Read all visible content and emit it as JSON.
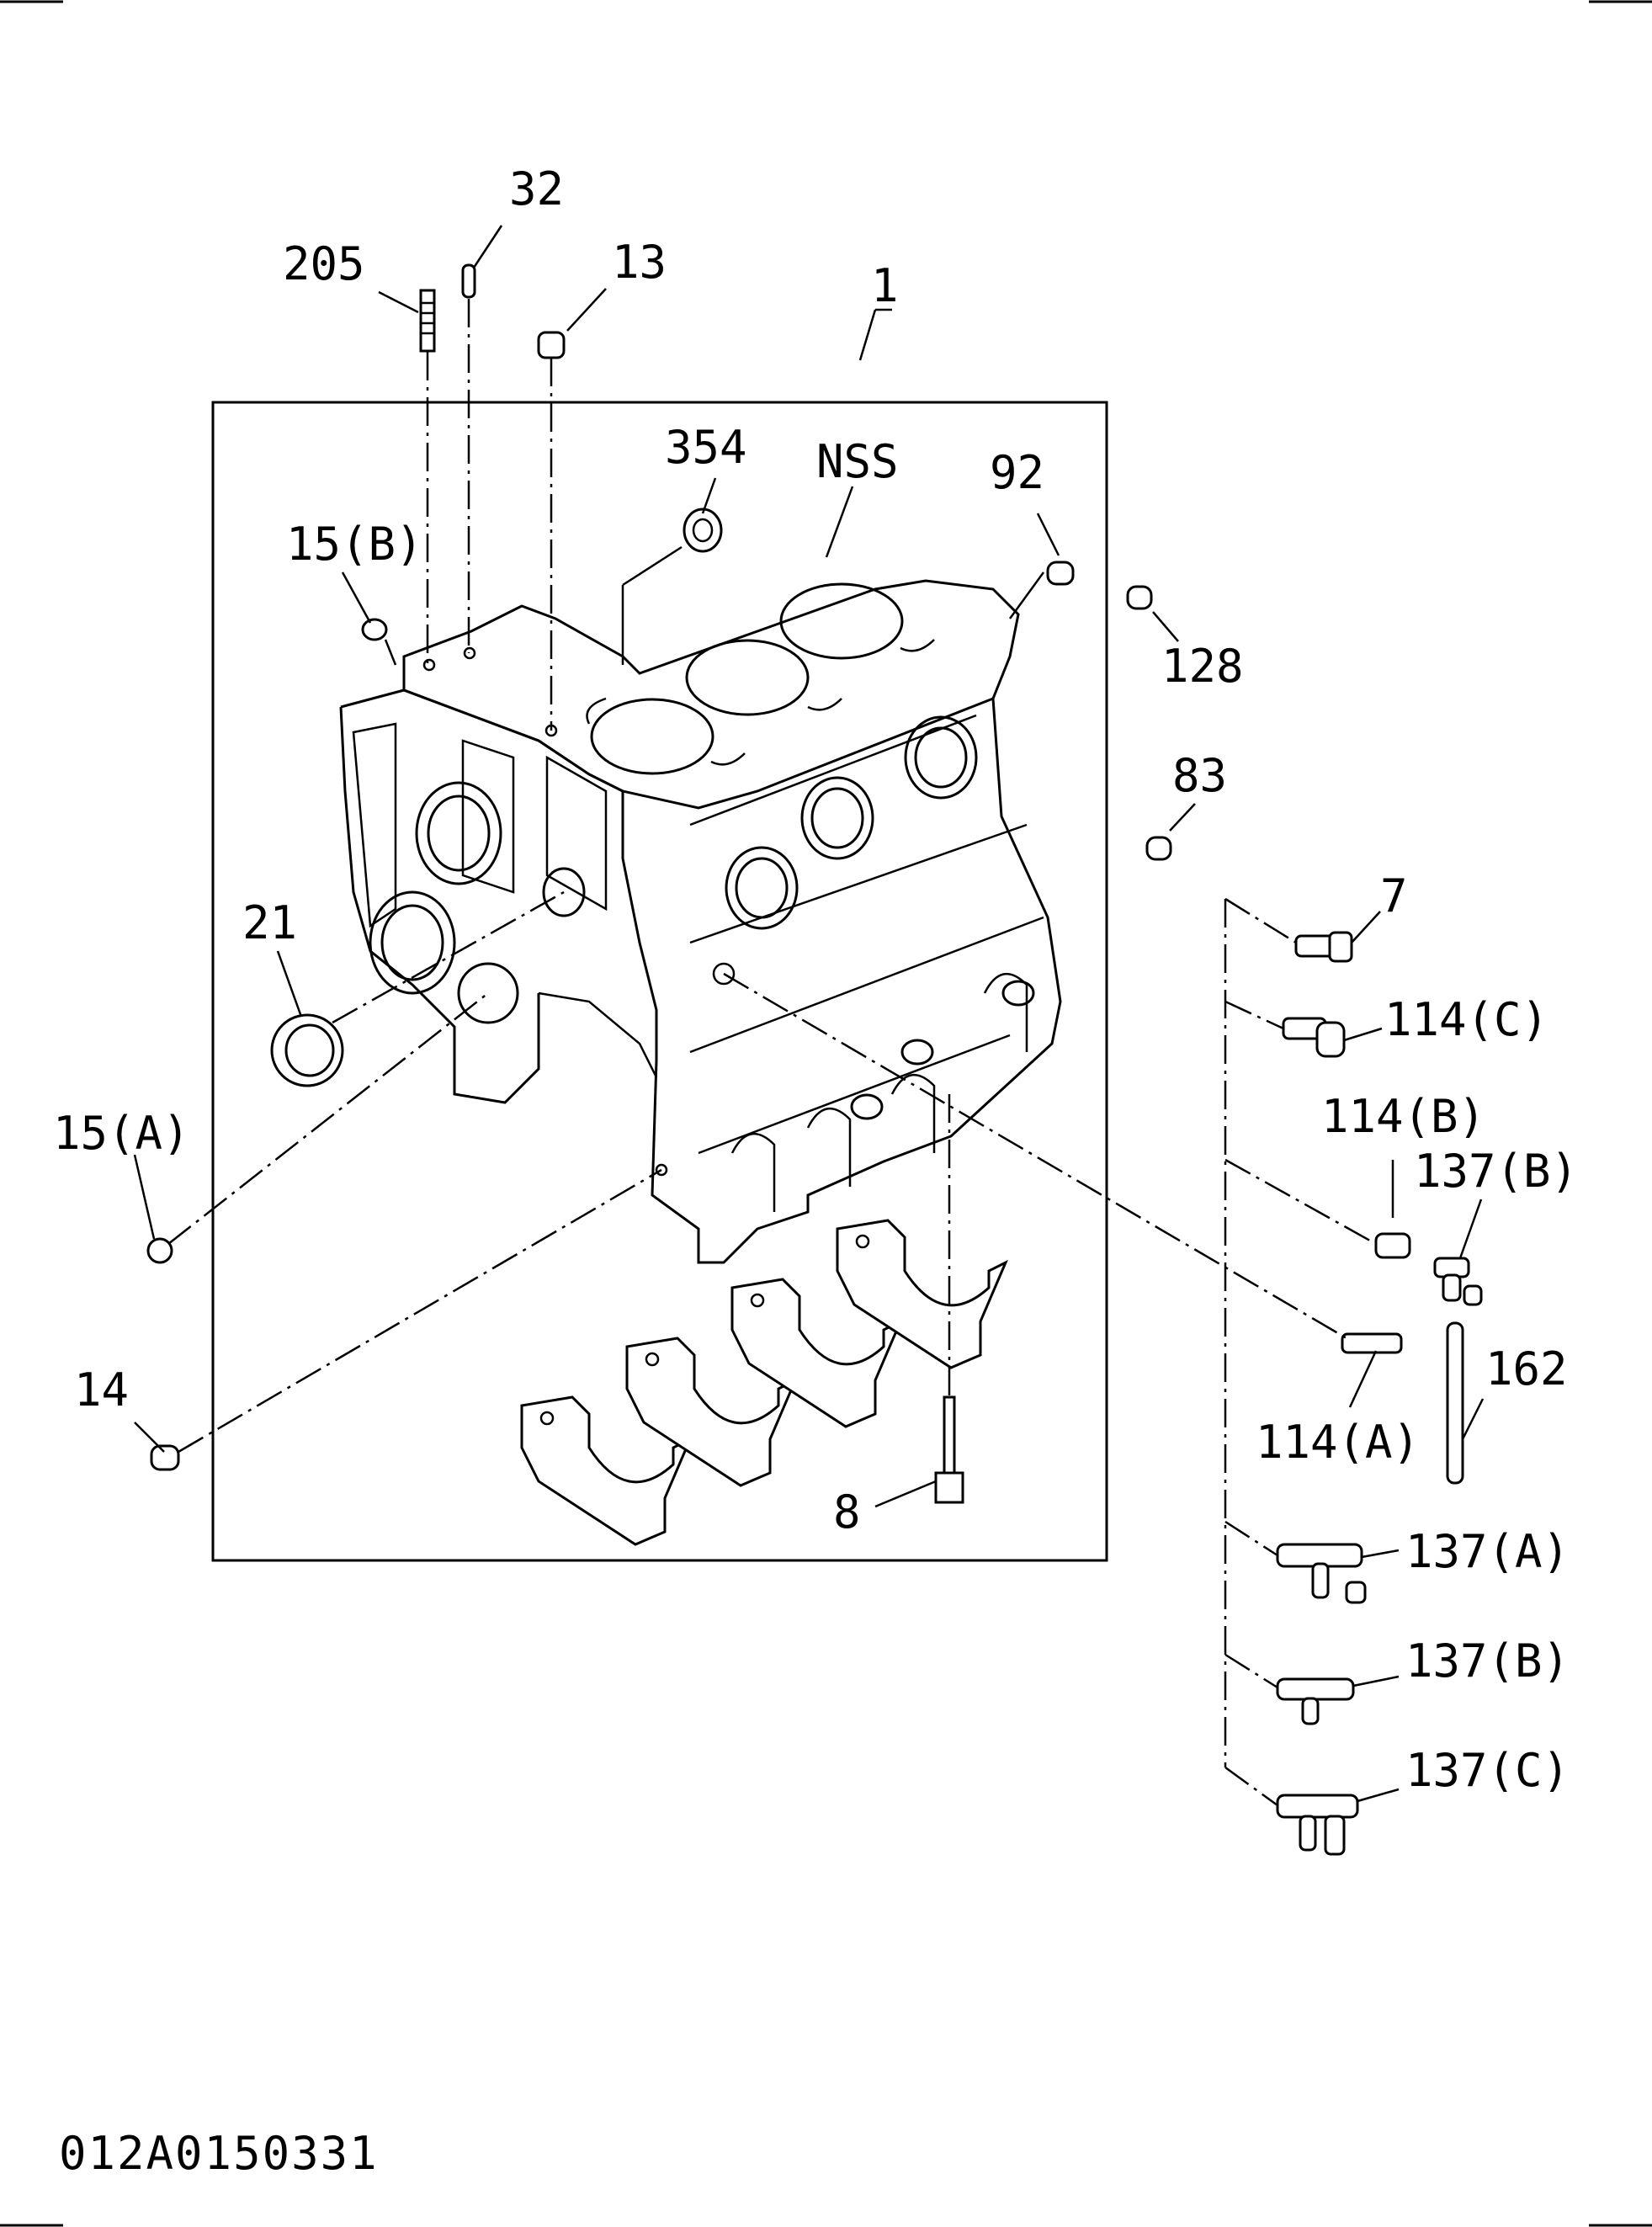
{
  "diagram_code": "012A0150331",
  "callouts": [
    {
      "id": "c1",
      "text": "1"
    },
    {
      "id": "c205",
      "text": "205"
    },
    {
      "id": "c32",
      "text": "32"
    },
    {
      "id": "c13",
      "text": "13"
    },
    {
      "id": "c354",
      "text": "354"
    },
    {
      "id": "cNSS",
      "text": "NSS"
    },
    {
      "id": "c92",
      "text": "92"
    },
    {
      "id": "c15B",
      "text": "15(B)"
    },
    {
      "id": "c128",
      "text": "128"
    },
    {
      "id": "c83",
      "text": "83"
    },
    {
      "id": "c7",
      "text": "7"
    },
    {
      "id": "c114C",
      "text": "114(C)"
    },
    {
      "id": "c114B",
      "text": "114(B)"
    },
    {
      "id": "c137B1",
      "text": "137(B)"
    },
    {
      "id": "c21",
      "text": "21"
    },
    {
      "id": "c15A",
      "text": "15(A)"
    },
    {
      "id": "c162",
      "text": "162"
    },
    {
      "id": "c114A",
      "text": "114(A)"
    },
    {
      "id": "c14",
      "text": "14"
    },
    {
      "id": "c8",
      "text": "8"
    },
    {
      "id": "c137A",
      "text": "137(A)"
    },
    {
      "id": "c137B2",
      "text": "137(B)"
    },
    {
      "id": "c137C",
      "text": "137(C)"
    }
  ]
}
